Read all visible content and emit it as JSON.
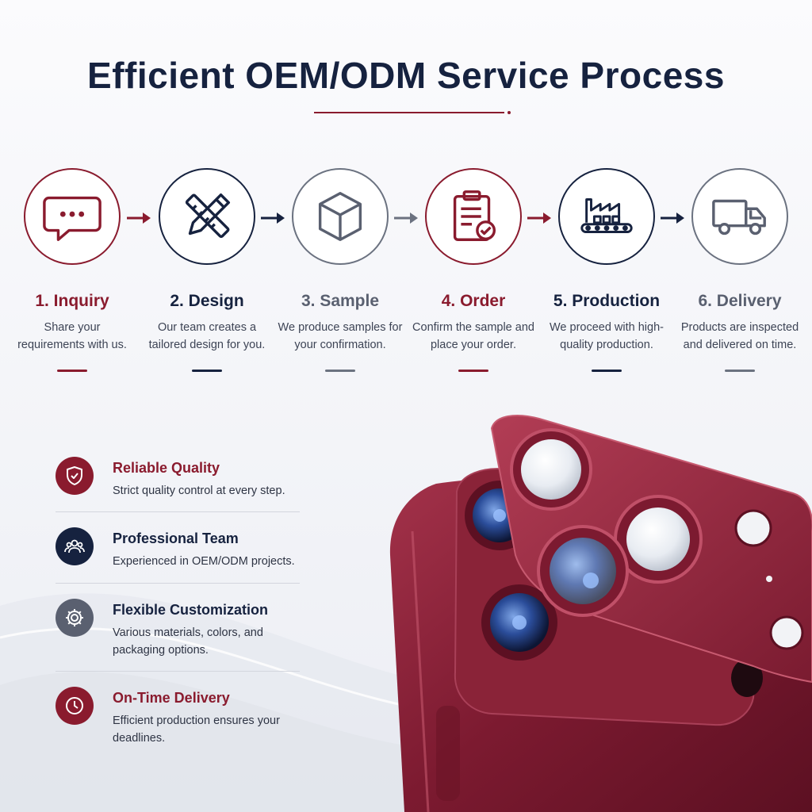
{
  "title": "Efficient OEM/ODM Service Process",
  "colors": {
    "maroon": "#8a1b2e",
    "navy": "#16223f",
    "gray": "#6b7280"
  },
  "steps": [
    {
      "title": "1. Inquiry",
      "desc": "Share your requirements with us.",
      "icon": "chat-bubble-icon",
      "accent": "#8a1b2e"
    },
    {
      "title": "2. Design",
      "desc": "Our team creates a tailored design for you.",
      "icon": "pencil-ruler-icon",
      "accent": "#16223f"
    },
    {
      "title": "3. Sample",
      "desc": "We produce samples for your confirmation.",
      "icon": "box-icon",
      "accent": "#5a6070"
    },
    {
      "title": "4. Order",
      "desc": "Confirm the sample and place your order.",
      "icon": "clipboard-check-icon",
      "accent": "#8a1b2e"
    },
    {
      "title": "5. Production",
      "desc": "We proceed with high-quality production.",
      "icon": "factory-icon",
      "accent": "#16223f"
    },
    {
      "title": "6. Delivery",
      "desc": "Products are inspected and delivered on time.",
      "icon": "truck-icon",
      "accent": "#5a6070"
    }
  ],
  "features": [
    {
      "title": "Reliable Quality",
      "desc": "Strict quality control at every step.",
      "icon": "shield-check-icon",
      "accent": "#8a1b2e"
    },
    {
      "title": "Professional Team",
      "desc": "Experienced in OEM/ODM projects.",
      "icon": "team-icon",
      "accent": "#16223f"
    },
    {
      "title": "Flexible Customization",
      "desc": "Various materials, colors, and packaging options.",
      "icon": "gear-icon",
      "accent": "#5a6070"
    },
    {
      "title": "On-Time Delivery",
      "desc": "Efficient production ensures your deadlines.",
      "icon": "clock-icon",
      "accent": "#8a1b2e"
    }
  ]
}
